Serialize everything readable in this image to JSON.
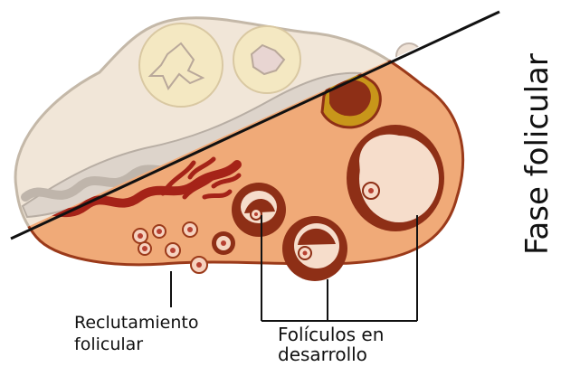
{
  "diagram": {
    "side_title": "Fase folicular",
    "labels": {
      "recruitment_line1": "Reclutamiento",
      "recruitment_line2": "folicular",
      "developing_line1": "Folículos en",
      "developing_line2": "desarrollo"
    }
  },
  "colors": {
    "ovary_fill": "#f0aa78",
    "ovary_stroke": "#9b3a1a",
    "faded_tissue": "#efe6d8",
    "faded_body": "#f2e7c5",
    "follicle_dark": "#8e2f16",
    "follicle_light": "#f4d7c3",
    "text": "#111111"
  }
}
